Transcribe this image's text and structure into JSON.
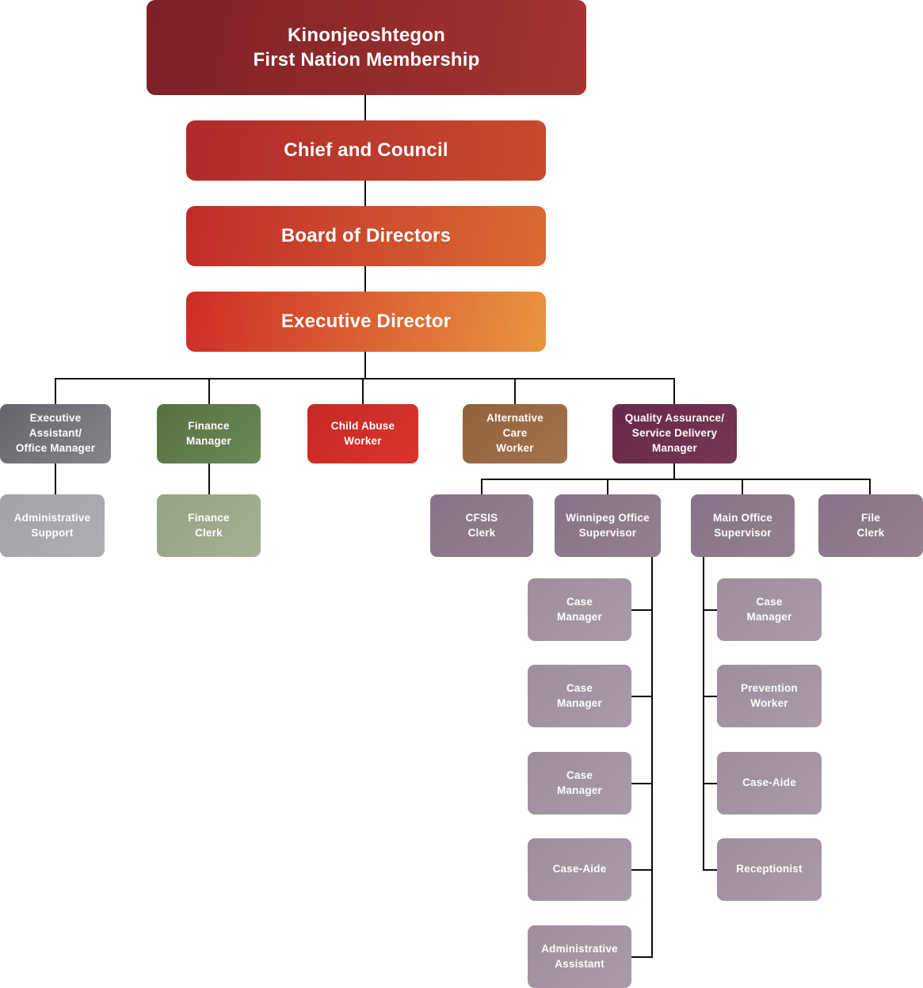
{
  "title": "Organizational chart",
  "palette": {
    "membership_dark_red": "#7D2027",
    "council_red": "#B12A2B",
    "board_red_orange": "#C02C29",
    "exec_orange": "#E9953F",
    "gray": "#6E7074",
    "green": "#5D7C4B",
    "bright_red": "#CE2A28",
    "brown": "#9C6B46",
    "plum": "#6F2F4D",
    "light_gray": "#A8A8AD",
    "sage_green": "#9DAC8D",
    "mauve": "#8C7A8A",
    "light_mauve": "#A394A2",
    "line_color": "#0D0D0D",
    "text_color": "#FFFFFF"
  },
  "nodes": {
    "membership": {
      "label": "Kinonjeoshtegon\nFirst Nation Membership"
    },
    "chief_and_council": {
      "label": "Chief and Council"
    },
    "board_of_directors": {
      "label": "Board of Directors"
    },
    "executive_director": {
      "label": "Executive Director"
    },
    "executive_assistant": {
      "label": "Executive\nAssistant/\nOffice Manager"
    },
    "finance_manager": {
      "label": "Finance\nManager"
    },
    "child_abuse_worker": {
      "label": "Child Abuse\nWorker"
    },
    "alternative_care_worker": {
      "label": "Alternative\nCare\nWorker"
    },
    "qa_service_delivery_manager": {
      "label": "Quality Assurance/\nService Delivery\nManager"
    },
    "administrative_support": {
      "label": "Administrative\nSupport"
    },
    "finance_clerk": {
      "label": "Finance\nClerk"
    },
    "cfsis_clerk": {
      "label": "CFSIS\nClerk"
    },
    "winnipeg_office_supervisor": {
      "label": "Winnipeg Office\nSupervisor"
    },
    "main_office_supervisor": {
      "label": "Main Office\nSupervisor"
    },
    "file_clerk": {
      "label": "File\nClerk"
    },
    "wpg_case_manager_1": {
      "label": "Case\nManager"
    },
    "wpg_case_manager_2": {
      "label": "Case\nManager"
    },
    "wpg_case_manager_3": {
      "label": "Case\nManager"
    },
    "wpg_case_aide": {
      "label": "Case-Aide"
    },
    "wpg_administrative_assistant": {
      "label": "Administrative\nAssistant"
    },
    "main_case_manager": {
      "label": "Case\nManager"
    },
    "main_prevention_worker": {
      "label": "Prevention\nWorker"
    },
    "main_case_aide": {
      "label": "Case-Aide"
    },
    "main_receptionist": {
      "label": "Receptionist"
    }
  },
  "structure": {
    "membership": [
      "chief_and_council"
    ],
    "chief_and_council": [
      "board_of_directors"
    ],
    "board_of_directors": [
      "executive_director"
    ],
    "executive_director": [
      "executive_assistant",
      "finance_manager",
      "child_abuse_worker",
      "alternative_care_worker",
      "qa_service_delivery_manager"
    ],
    "executive_assistant": [
      "administrative_support"
    ],
    "finance_manager": [
      "finance_clerk"
    ],
    "qa_service_delivery_manager": [
      "cfsis_clerk",
      "winnipeg_office_supervisor",
      "main_office_supervisor",
      "file_clerk"
    ],
    "winnipeg_office_supervisor": [
      "wpg_case_manager_1",
      "wpg_case_manager_2",
      "wpg_case_manager_3",
      "wpg_case_aide",
      "wpg_administrative_assistant"
    ],
    "main_office_supervisor": [
      "main_case_manager",
      "main_prevention_worker",
      "main_case_aide",
      "main_receptionist"
    ]
  }
}
